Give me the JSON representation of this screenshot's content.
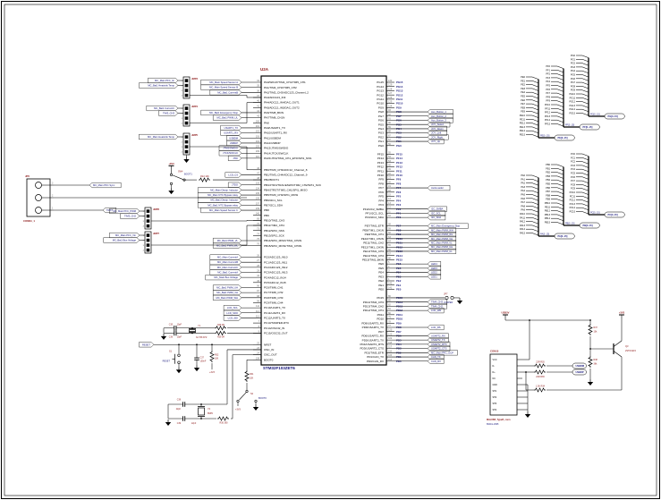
{
  "colors": {
    "wire": "#000000",
    "net": "#14147a",
    "ref": "#8a1414",
    "pin": "#666666",
    "text": "#000000"
  },
  "ic": {
    "refdes": "U2A",
    "part": "STM32F103ZET6",
    "left_sections": [
      [
        [
          "PA0/WKUP/TIM2_CH1/TIM5_CH1",
          "34",
          "MC_Main Speed Sensor A"
        ],
        [
          "PA1/TIM2_CH2/TIM5_CH2",
          "35",
          "MC_Main Speed Sensor B"
        ],
        [
          "PA2/TIM2_CH3/ADC123_Channel_2",
          "36",
          "MC_Bat1 CurrentB"
        ],
        [
          "PA3/ADC123_IN3",
          "37",
          ""
        ],
        [
          "PA4/ADC12_IN4/DAC_OUT1",
          "40",
          ""
        ],
        [
          "PA5/ADC12_IN5/DAC_OUT2",
          "41",
          ""
        ],
        [
          "PA6/TIM8_BKIN",
          "42",
          "MC_Bat1 Emergency Stop"
        ],
        [
          "PA7/TIM8_CH1N",
          "43",
          "MC_Bat1 PWM_UL"
        ],
        [
          "PA8",
          "100",
          ""
        ],
        [
          "PA9/USART1_TX",
          "101",
          "USART1_TX"
        ],
        [
          "PA10/USART1_RX",
          "102",
          "USART1_RX"
        ],
        [
          "PA11/USBDM",
          "103",
          "USBDM"
        ],
        [
          "PA12/USBDP",
          "104",
          "USBDP"
        ],
        [
          "PA13/JTMS/SWDIO",
          "105",
          "JTMS/SWDIO"
        ],
        [
          "PA14/JTCK/SWCLK",
          "109",
          "JTCK/SWCLK"
        ],
        [
          "PA15/JTDI/TIM2_CH1_ETR/SPI1_NSS",
          "110",
          "JTDI"
        ]
      ],
      [
        [
          "PB0/TIM3_CH3/ADC12_Channel_8",
          "46",
          ""
        ],
        [
          "PB1/TIM3_CH4/ADC12_Channel_9",
          "47",
          "LCD_CS"
        ],
        [
          "PB2/BOOT1",
          "48",
          ""
        ],
        [
          "PB3/JTDO/TRACESWO/TIM2_CH2/SPI1_SCK",
          "133",
          "JTDO"
        ],
        [
          "PB4/JTRST/TIM3_CH1/SPI1_MISO",
          "134",
          "MC_Main Dissip. Inductor"
        ],
        [
          "PB5/TIM3_CH2/SPI1_MOSI",
          "135",
          "MC_Main NTC Bypass relay"
        ],
        [
          "PB6/I2C1_SCL",
          "136",
          "MC_Bat1 Dissip. Inductor"
        ],
        [
          "PB7/I2C1_SDA",
          "137",
          "MC_Bat1 NTC Bypass relay"
        ],
        [
          "PB8",
          "139",
          "MC_Main Speed Sensor C"
        ],
        [
          "PB9",
          "140",
          ""
        ],
        [
          "PB10/TIM2_CH3",
          "69",
          ""
        ],
        [
          "PB11/TIM2_CH4",
          "70",
          ""
        ],
        [
          "PB12/SPI2_NSS",
          "73",
          ""
        ],
        [
          "PB13/SPI2_SCK",
          "74",
          ""
        ],
        [
          "PB14/SPI2_MISO/TIM1_CH2N",
          "75",
          "MC_Bat1 PWM_VL"
        ],
        [
          "PB15/SPI2_MOSI/TIM1_CH3N",
          "76",
          "MC_Bat1 PWM_WL"
        ]
      ],
      [
        [
          "PC0/ADC123_IN10",
          "26",
          "MC_Main CurrentA"
        ],
        [
          "PC1/ADC123_IN11",
          "27",
          "MC_Main CurrentB"
        ],
        [
          "PC2/ADC123_IN12",
          "28",
          "MC_Main CurrentC"
        ],
        [
          "PC3/ADC123_IN13",
          "29",
          "MC_Bat1 CurrentA"
        ],
        [
          "PC4/ADC12_IN14",
          "44",
          "MC_Main Bus Voltage"
        ],
        [
          "PC5/ADC12_IN15",
          "45",
          ""
        ],
        [
          "PC6/TIM8_CH1",
          "96",
          "MC_Bat1 PWM_UH"
        ],
        [
          "PC7/TIM8_CH2",
          "97",
          "MC_Bat1 PWM_VH"
        ],
        [
          "PC8/TIM8_CH3",
          "98",
          "MC_Bat1 PWM_WH"
        ],
        [
          "PC9/TIM8_CH4",
          "99",
          ""
        ],
        [
          "PC10/UART4_TX",
          "111",
          "LCD_SCL"
        ],
        [
          "PC11/UART4_RX",
          "112",
          "LCD_SDO"
        ],
        [
          "PC12/UART5_TX",
          "113",
          "LCD_SDI"
        ],
        [
          "PC13/TAMPER-RTC",
          "7",
          ""
        ],
        [
          "PC14/OSC32_IN",
          "8",
          ""
        ],
        [
          "PC15/OSC32_OUT",
          "9",
          ""
        ]
      ],
      [
        [
          "NRST",
          "25",
          ""
        ],
        [
          "OSC_IN",
          "23",
          ""
        ],
        [
          "OSC_OUT",
          "24",
          ""
        ],
        [
          "BOOT0",
          "138",
          ""
        ]
      ]
    ],
    "right_sections": [
      [
        [
          "PG15",
          "132",
          ""
        ],
        [
          "PG14",
          "129",
          ""
        ],
        [
          "PG13",
          "128",
          ""
        ],
        [
          "PG12",
          "127",
          ""
        ],
        [
          "PG11",
          "126",
          ""
        ],
        [
          "PG10",
          "125",
          ""
        ],
        [
          "PG9",
          "124",
          ""
        ],
        [
          "PG8",
          "93",
          "Aux_Button_1"
        ],
        [
          "PG7",
          "92",
          "Aux_Button_2"
        ],
        [
          "PG6",
          "91",
          "Aux_Button_3"
        ],
        [
          "PG5",
          "90",
          "JOY_Select"
        ],
        [
          "PG4",
          "89",
          "JOY_Down"
        ],
        [
          "PG3",
          "88",
          "JOY_Left"
        ],
        [
          "PG2",
          "87",
          "JOY_Right"
        ],
        [
          "PG1",
          "57",
          "JOY_Up"
        ],
        [
          "PG0",
          "56",
          ""
        ]
      ],
      [
        [
          "PF15",
          "55",
          ""
        ],
        [
          "PF14",
          "54",
          ""
        ],
        [
          "PF13",
          "53",
          ""
        ],
        [
          "PF12",
          "50",
          ""
        ],
        [
          "PF11",
          "49",
          ""
        ],
        [
          "PF10",
          "22",
          ""
        ],
        [
          "PF9",
          "21",
          ""
        ],
        [
          "PF8",
          "20",
          ""
        ],
        [
          "PF7",
          "19",
          "AutoLoader"
        ],
        [
          "PF6",
          "18",
          ""
        ],
        [
          "PF5",
          "15",
          ""
        ],
        [
          "PF4",
          "14",
          ""
        ],
        [
          "PF3",
          "13",
          ""
        ],
        [
          "PF2/I2C2_SMBA",
          "12",
          "I2C_SMBA"
        ],
        [
          "PF1/I2C2_SCL",
          "11",
          "I2C_SCL"
        ],
        [
          "PF0/I2C2_SDA",
          "10",
          "I2C_SDA"
        ]
      ],
      [
        [
          "PE7/TIM1_ETR",
          "58",
          "MC_Main Emergency Stop"
        ],
        [
          "PE8/TIM1_CH1N",
          "59",
          "MC_Main PWM_WH"
        ],
        [
          "PE9/TIM1_CH1",
          "60",
          "MC_Main PWM_WL"
        ],
        [
          "PE10/TIM1_CH2N",
          "63",
          "MC_Main PWM_VH"
        ],
        [
          "PE11/TIM1_CH2",
          "64",
          "MC_Main PWM_VL"
        ],
        [
          "PE12/TIM1_CH3N",
          "65",
          "MC_Main PWM_UH"
        ],
        [
          "PE13/TIM1_CH3",
          "66",
          "MC_Main PWM_UL"
        ],
        [
          "PE14/TIM1_CH4",
          "67",
          ""
        ],
        [
          "PE15/TIM1_BKIN",
          "68",
          ""
        ],
        [
          "PE6",
          "5",
          "LED4"
        ],
        [
          "PE5",
          "4",
          "LED3"
        ],
        [
          "PE4",
          "3",
          "LED2"
        ],
        [
          "PE3",
          "2",
          "LED1"
        ],
        [
          "PE2",
          "1",
          ""
        ],
        [
          "PE1",
          "142",
          ""
        ],
        [
          "PE0",
          "141",
          ""
        ]
      ],
      [
        [
          "PD15",
          "86",
          ""
        ],
        [
          "PD14/TIM4_CH3",
          "85",
          "TIM4_CH3"
        ],
        [
          "PD13/TIM4_CH2",
          "82",
          "TIM4_CH2"
        ],
        [
          "PD12/TIM4_CH1",
          "81",
          "LCD_WR"
        ],
        [
          "PD11",
          "80",
          ""
        ],
        [
          "PD10",
          "79",
          ""
        ],
        [
          "PD9/USART3_RX",
          "78",
          ""
        ],
        [
          "PD8/USART3_TX",
          "77",
          "LCD_RS"
        ],
        [
          "PD7",
          "123",
          ""
        ],
        [
          "PD6/USART2_RX",
          "122",
          "USART2_RX"
        ],
        [
          "PD5/USART2_TX",
          "119",
          "USART2_TX"
        ],
        [
          "PD4/USART2_RTS",
          "118",
          "USART2_RTS"
        ],
        [
          "PD3/USART2_CTS",
          "117",
          "USART2_CTS"
        ],
        [
          "PD2/TIM3_ETR",
          "116",
          "MC_Main PFC_OCP"
        ],
        [
          "PD1/CAN_TX",
          "115",
          "CAN_TX"
        ],
        [
          "PD0/CAN_RX",
          "114",
          "CAN_RX"
        ]
      ]
    ]
  },
  "headers": [
    {
      "ref": "JMP3",
      "tags": [
        "MC_Main PFC_Iin",
        "MC_Bat1 Heatsink Temp"
      ],
      "gnd": false
    },
    {
      "ref": "JMP4",
      "tags": [
        "MC_Bat1 CurrentC",
        "TIM3_CH3"
      ],
      "gnd": false
    },
    {
      "ref": "JMP5",
      "tags": [
        "MC_Main Heatsink Temp"
      ],
      "gnd": true
    },
    {
      "ref": "JMP6",
      "tags": [
        "MC_Main PFC_PWM",
        "TIM3_CH2"
      ],
      "gnd": false
    },
    {
      "ref": "JMP7",
      "tags": [
        "MC_Main PFC_Vin",
        "MC_Bat1 Bus Voltage"
      ],
      "gnd": false
    }
  ],
  "conn1": {
    "ref_top": "JP6",
    "ref_bottom": "CONN1_1",
    "pin_numbers": [
      "3",
      "2",
      "1"
    ],
    "tag_pin3": "MC_Main PFC Sync",
    "tag_pin1": "TRST"
  },
  "boot1": {
    "label": "BOOT1",
    "sw": "SW4",
    "res": "R22 10K",
    "pwr": "+3V3"
  },
  "reset": {
    "tag": "RESET",
    "btn": "S1",
    "btn_label": "RESET",
    "cap": "C37",
    "cap_val": "100nF",
    "res": "R32",
    "res_val": "10K",
    "pwr": "+3V3"
  },
  "osc32": {
    "ref": "Y1",
    "val": "32.768 KHz",
    "c1": "C35",
    "c1v": "10pF",
    "c2": "C36",
    "c2v": "10pF",
    "r1": "R28 0R",
    "r2": "R29 0R"
  },
  "osc8": {
    "ref": "Y2",
    "val": "8MHz",
    "c1": "C38",
    "c1v": "22pF",
    "c2": "C39",
    "c2v": "22pF",
    "r": "R30 390"
  },
  "boot0": {
    "res": "R31",
    "res_val": "10K",
    "sw": "S2",
    "label": "BOOT0",
    "pwr": "+3V3"
  },
  "jp7": {
    "ref": "JP7",
    "label": "JUMPER"
  },
  "usb": {
    "pwr1": "USB5V",
    "pwr2": "+3V3",
    "conn": "CON10",
    "conn_pins": [
      "VCC",
      "D-",
      "D+",
      "NC",
      "GND",
      "SH1",
      "SH2",
      "SH3",
      "SH4"
    ],
    "note1": "MiniUSB_TypeB_conn",
    "note2": "8641G-1995",
    "r35": "22R R35",
    "r36": "22R R36",
    "r34": "1.5K R34",
    "r37": "R37",
    "r37v": "10k",
    "r38": "R38",
    "r38v": "36k",
    "q": "Q3",
    "qv": "2STR1215",
    "dm": "USBDM",
    "dp": "USBDP"
  },
  "buses": {
    "cluster_top": [
      "PE",
      "PF",
      "PG"
    ],
    "cluster_mid": [
      "PA",
      "PB",
      "PC"
    ],
    "range": "[0..15]"
  }
}
